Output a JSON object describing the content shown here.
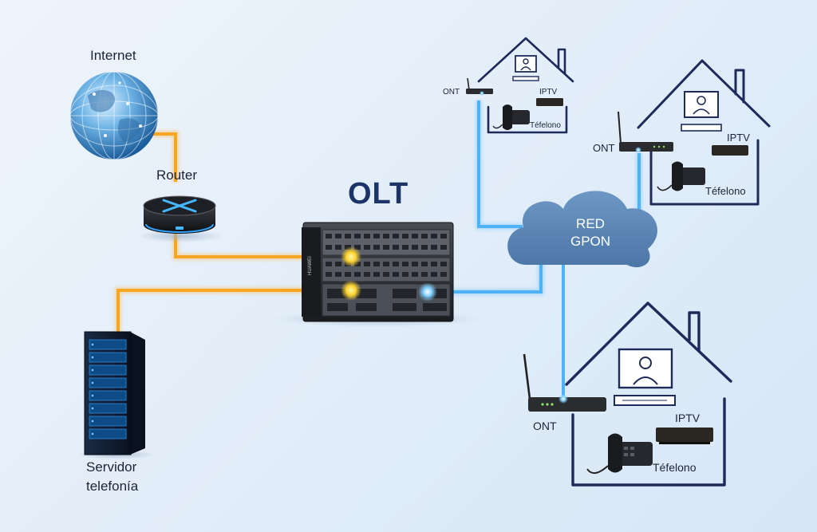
{
  "labels": {
    "internet": "Internet",
    "router": "Router",
    "olt": "OLT",
    "server_line1": "Servidor",
    "server_line2": "telefonía",
    "cloud_line1": "RED",
    "cloud_line2": "GPON"
  },
  "houses": [
    {
      "ont": "ONT",
      "iptv": "IPTV",
      "phone": "Téfelono"
    },
    {
      "ont": "ONT",
      "iptv": "IPTV",
      "phone": "Téfelono"
    },
    {
      "ont": "ONT",
      "iptv": "IPTV",
      "phone": "Téfelono"
    }
  ],
  "colors": {
    "orange_link": "#f5a623",
    "blue_link": "#4fb2f5",
    "cloud": "#5b86b5",
    "house_outline": "#1d2a5a",
    "title": "#1d3466"
  },
  "icons": {
    "internet": "globe-icon",
    "router": "router-icon",
    "olt": "olt-chassis-icon",
    "server": "server-rack-icon",
    "cloud": "cloud-icon",
    "ont": "ont-device-icon",
    "computer": "computer-user-icon",
    "phone": "telephone-icon",
    "iptv": "set-top-box-icon"
  }
}
